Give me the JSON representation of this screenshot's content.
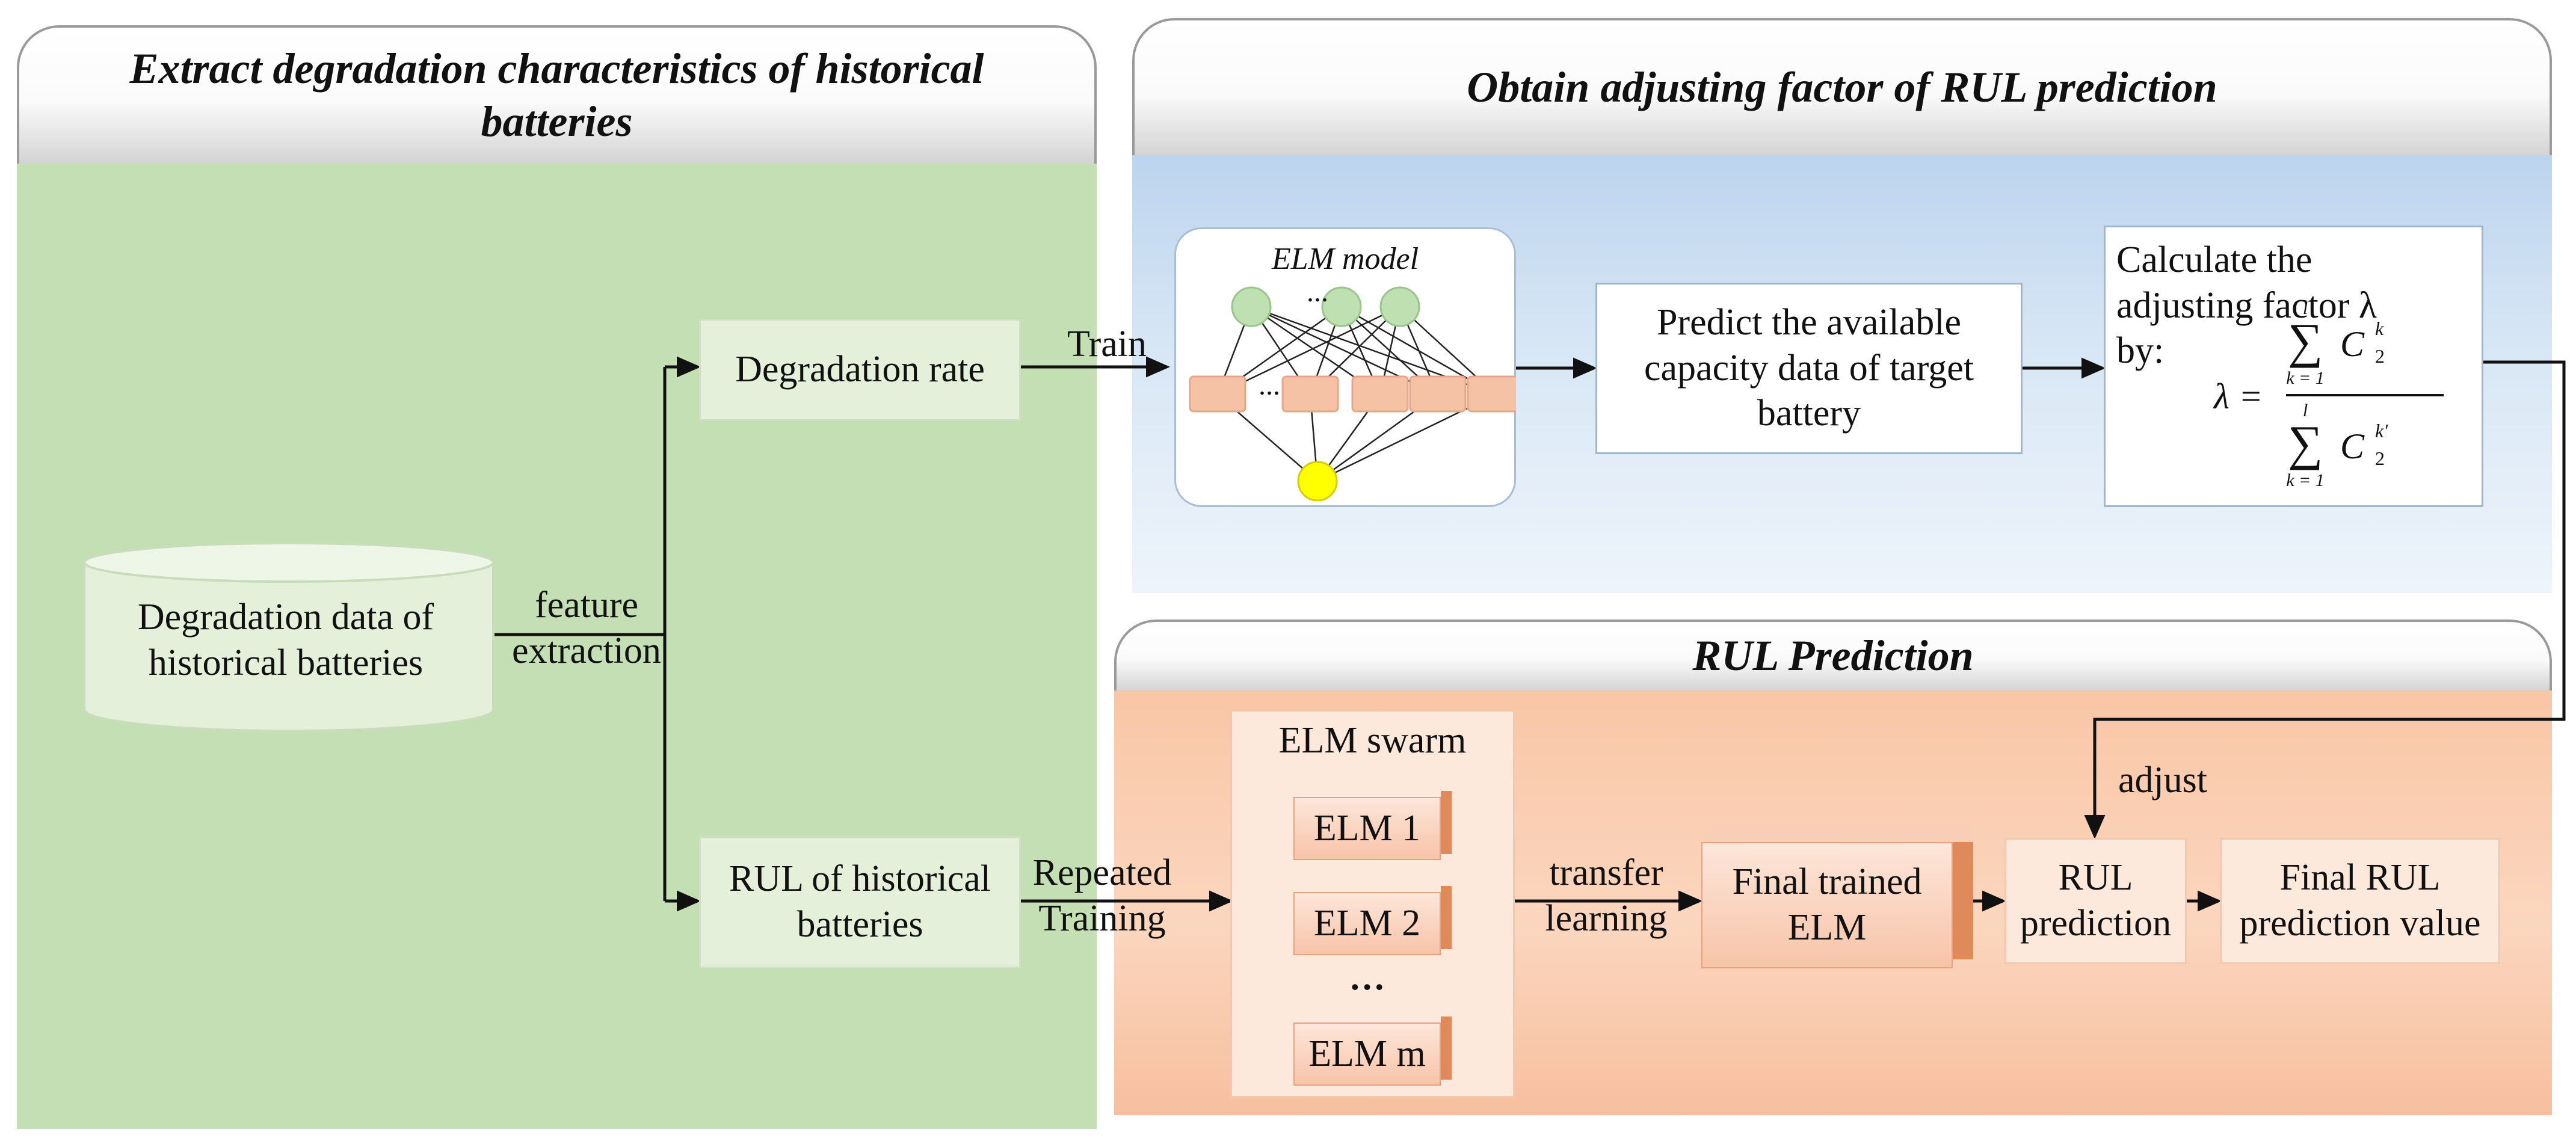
{
  "panels": {
    "left_title": "Extract degradation characteristics of historical batteries",
    "top_right_title": "Obtain adjusting factor of RUL prediction",
    "bottom_right_title": "RUL Prediction"
  },
  "left": {
    "database_label": "Degradation data of historical batteries",
    "feature_extraction_label": "feature extraction",
    "degradation_rate": "Degradation rate",
    "rul_historical": "RUL of historical batteries"
  },
  "adjust_panel": {
    "train_label": "Train",
    "elm_model_label": "ELM model",
    "ellipsis_top": "...",
    "ellipsis_mid": "...",
    "predict_box": "Predict the available capacity data of target battery",
    "calc_text": "Calculate the adjusting factor λ by:",
    "formula": {
      "lambda": "λ =",
      "sum": "∑",
      "upper": "l",
      "lower": "k = 1",
      "num_term": "C",
      "num_sub": "2",
      "num_sup": "k",
      "den_sup": "k'"
    }
  },
  "rul_panel": {
    "repeated_training": "Repeated Training",
    "swarm_title": "ELM swarm",
    "elm_items": [
      "ELM 1",
      "ELM 2",
      "ELM m"
    ],
    "swarm_dots": "…",
    "transfer_learning": "transfer learning",
    "final_trained": "Final trained ELM",
    "adjust_label": "adjust",
    "rul_prediction": "RUL prediction",
    "final_value": "Final RUL prediction value"
  },
  "colors": {
    "green_panel": "#c5dfb4",
    "blue_panel": "#d8e7f5",
    "orange_panel": "#f9c9a9",
    "green_node": "#bfe0b0",
    "orange_node": "#f6c2a6",
    "yellow_node": "#ffff00"
  }
}
